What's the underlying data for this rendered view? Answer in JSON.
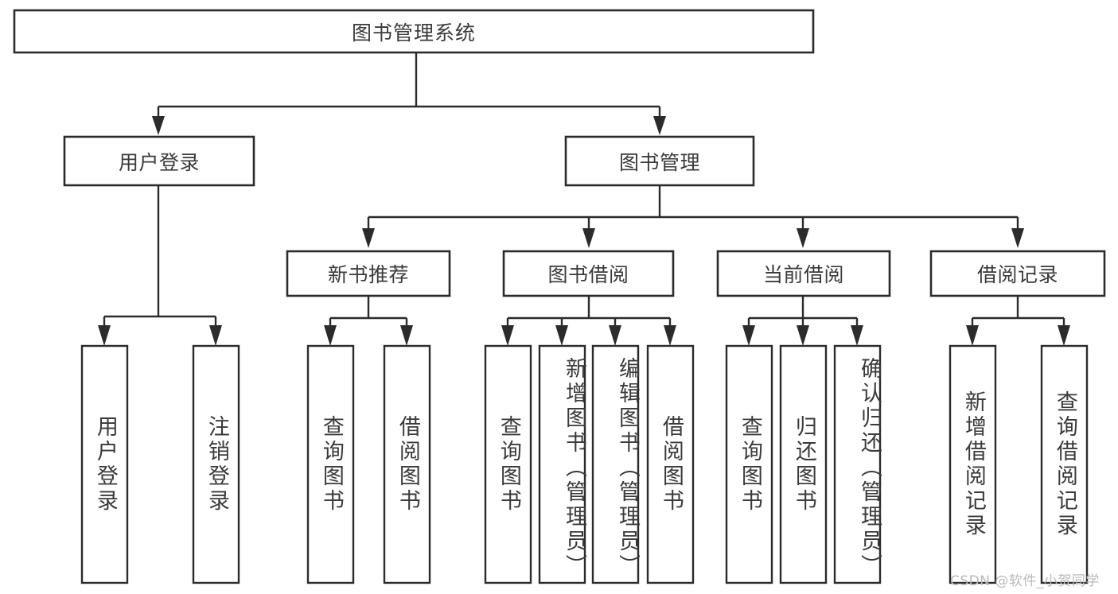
{
  "diagram": {
    "title": "图书管理系统",
    "type": "tree-hierarchy",
    "orientation": "top-down",
    "colors": {
      "box_stroke": "#2b2b2b",
      "box_fill": "#ffffff",
      "text": "#3a3a3a",
      "background": "#ffffff",
      "watermark": "#b9b9b9"
    },
    "root": {
      "label": "图书管理系统"
    },
    "level2": [
      {
        "label": "用户登录"
      },
      {
        "label": "图书管理"
      }
    ],
    "level3": [
      {
        "label": "新书推荐"
      },
      {
        "label": "图书借阅"
      },
      {
        "label": "当前借阅"
      },
      {
        "label": "借阅记录"
      }
    ],
    "leaves": {
      "user_login": [
        {
          "label": "用户登录"
        },
        {
          "label": "注销登录"
        }
      ],
      "new_book_recommend": [
        {
          "label": "查询图书"
        },
        {
          "label": "借阅图书"
        }
      ],
      "book_borrow": [
        {
          "label": "查询图书"
        },
        {
          "label": "新增图书（管理员）"
        },
        {
          "label": "编辑图书（管理员）"
        },
        {
          "label": "借阅图书"
        }
      ],
      "current_borrow": [
        {
          "label": "查询图书"
        },
        {
          "label": "归还图书"
        },
        {
          "label": "确认归还（管理员）"
        }
      ],
      "borrow_record": [
        {
          "label": "新增借阅记录"
        },
        {
          "label": "查询借阅记录"
        }
      ]
    }
  },
  "watermark": {
    "text": "CSDN @软件_小贺同学"
  }
}
